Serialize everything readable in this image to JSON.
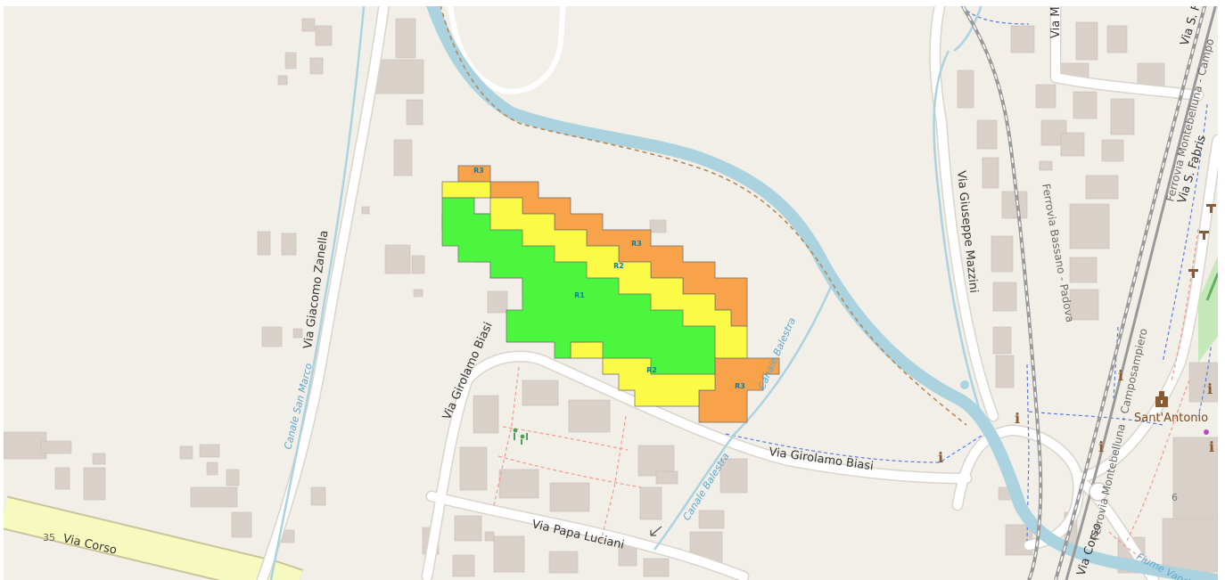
{
  "map": {
    "roads": {
      "via_giacomo_zanella": "Via Giacomo Zanella",
      "via_girolamo_biasi_1": "Via Girolamo Biasi",
      "via_girolamo_biasi_2": "Via Girolamo Biasi",
      "via_giuseppe_mazzini": "Via Giuseppe Mazzini",
      "via_papa_luciani": "Via Papa Luciani",
      "via_corso_west": "Via Corso",
      "via_corso_east": "Via Corso",
      "via_s_fabris_1": "Via S. Fabris",
      "via_s_fabris_2": "Via S. Fabris",
      "via_m_top": "Via M",
      "road_ref_35": "35"
    },
    "waterways": {
      "canale_san_marco": "Canale San Marco",
      "canale_balestra_1": "Canale Balestra",
      "canale_balestra_2": "Canale Balestra",
      "fiume_vandura": "Fiume Vandura"
    },
    "railways": {
      "bassano_padova": "Ferrovia Bassano - Padova",
      "montebelluna_camposampiero_1": "Ferrovia Montebelluna - Camposampiero",
      "montebelluna_camposampiero_2": "Ferrovia Montebelluna - Campo"
    },
    "poi": {
      "sant_antonio": "Sant'Antonio",
      "house_number_6": "6"
    },
    "zones": {
      "r1": "R1",
      "r2_upper": "R2",
      "r2_lower": "R2",
      "r3_top": "R3",
      "r3_mid": "R3",
      "r3_bottom": "R3"
    },
    "colors": {
      "background": "#f2efe9",
      "building": "#d9d0c9",
      "road": "#ffffff",
      "primary_road": "#f7fabf",
      "water": "#aad3df",
      "zone_r1": "#4cf53e",
      "zone_r2": "#fbfb47",
      "zone_r3": "#f8a34a"
    }
  }
}
